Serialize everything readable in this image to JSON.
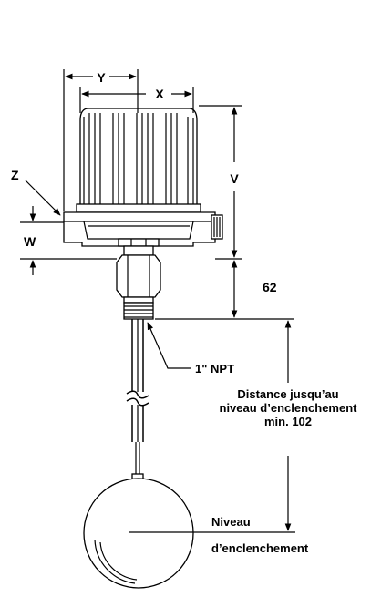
{
  "labels": {
    "x": "X",
    "y": "Y",
    "z": "Z",
    "v": "V",
    "w": "W",
    "dim_62": "62",
    "npt": "1\" NPT",
    "distance_line1": "Distance jusqu’au",
    "distance_line2": "niveau d’enclenchement",
    "distance_line3": "min. 102",
    "niveau": "Niveau",
    "enclenchement": "d’enclenchement"
  },
  "colors": {
    "line": "#000000",
    "background": "#ffffff"
  }
}
